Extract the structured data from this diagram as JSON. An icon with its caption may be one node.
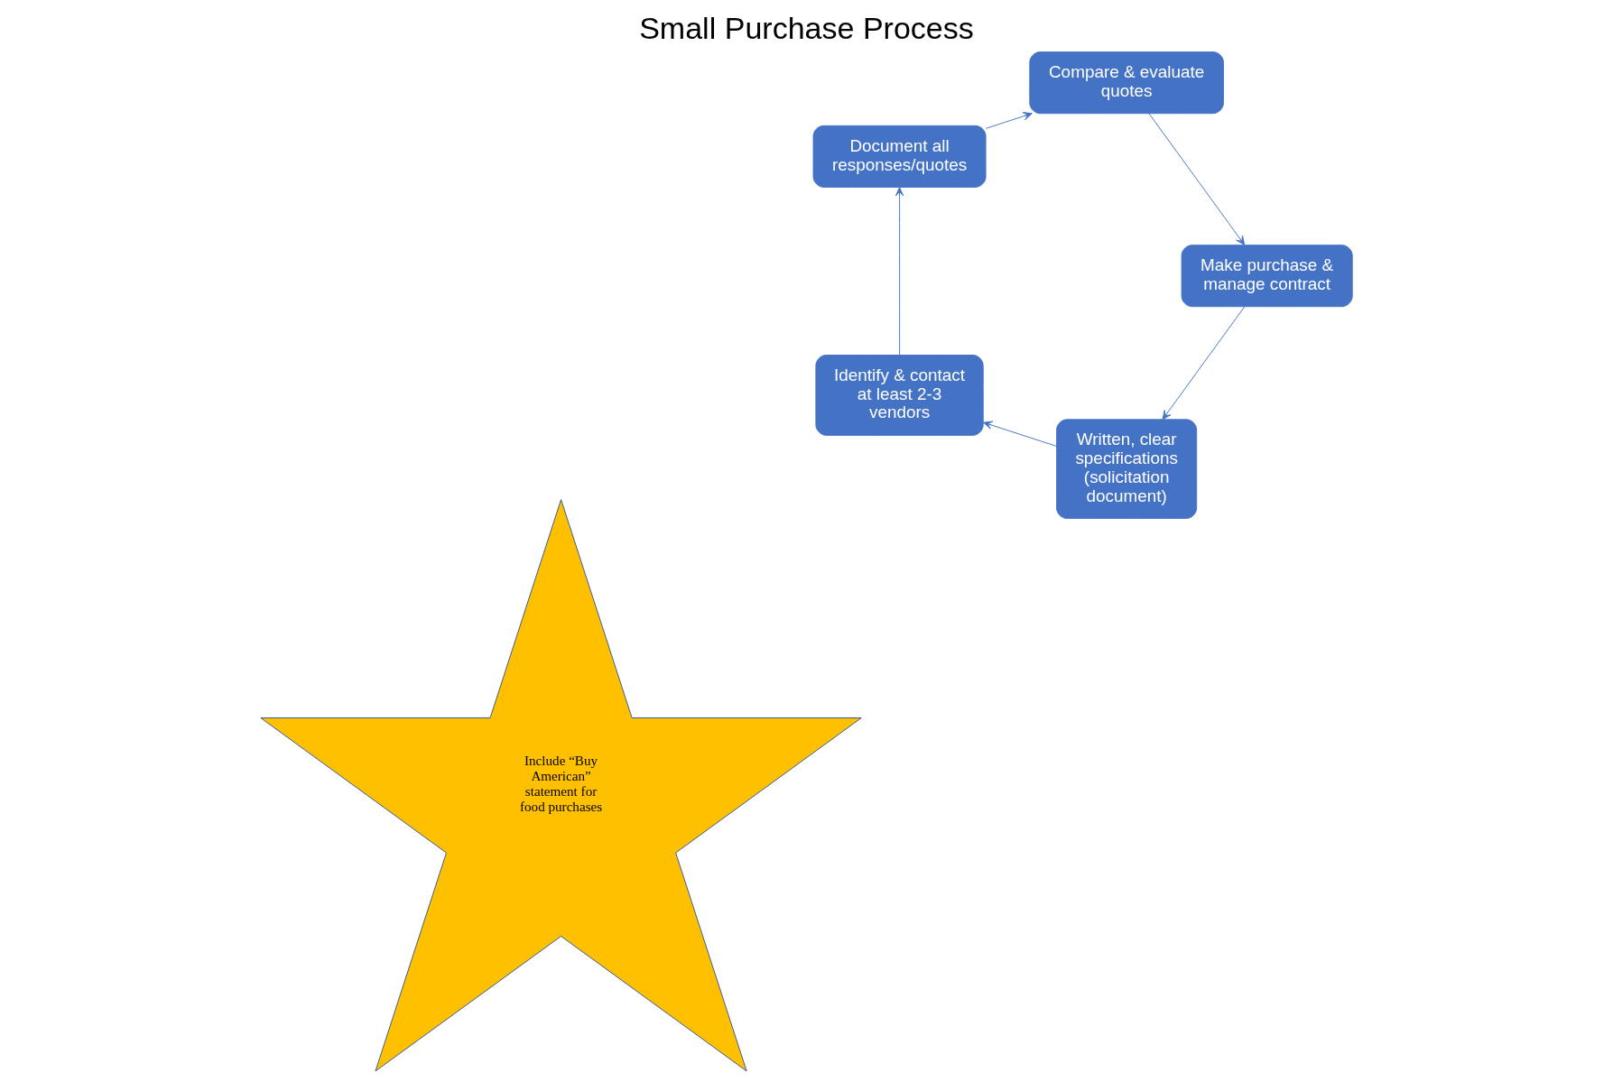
{
  "diagram": {
    "title": "Small Purchase Process",
    "nodes": [
      {
        "text": [
          "Written, clear specifications (solicitation document)"
        ]
      },
      {
        "text": [
          "Include “Buy American” statement for food purchases"
        ]
      },
      {
        "text": [
          "Identify & contact at least 2-3 vendors"
        ]
      },
      {
        "text": [
          "Document all responses/quotes"
        ]
      },
      {
        "text": [
          "Compare & evaluate quotes"
        ]
      },
      {
        "text": [
          "Make purchase & manage contract"
        ]
      }
    ],
    "edges": [
      {
        "from": 0,
        "to": 2,
        "arrow": "to"
      },
      {
        "from": 2,
        "to": 3,
        "arrow": "to"
      },
      {
        "from": 3,
        "to": 4,
        "arrow": "to"
      },
      {
        "from": 4,
        "to": 5,
        "arrow": "to"
      },
      {
        "from": 5,
        "to": 0,
        "arrow": "to"
      }
    ]
  }
}
